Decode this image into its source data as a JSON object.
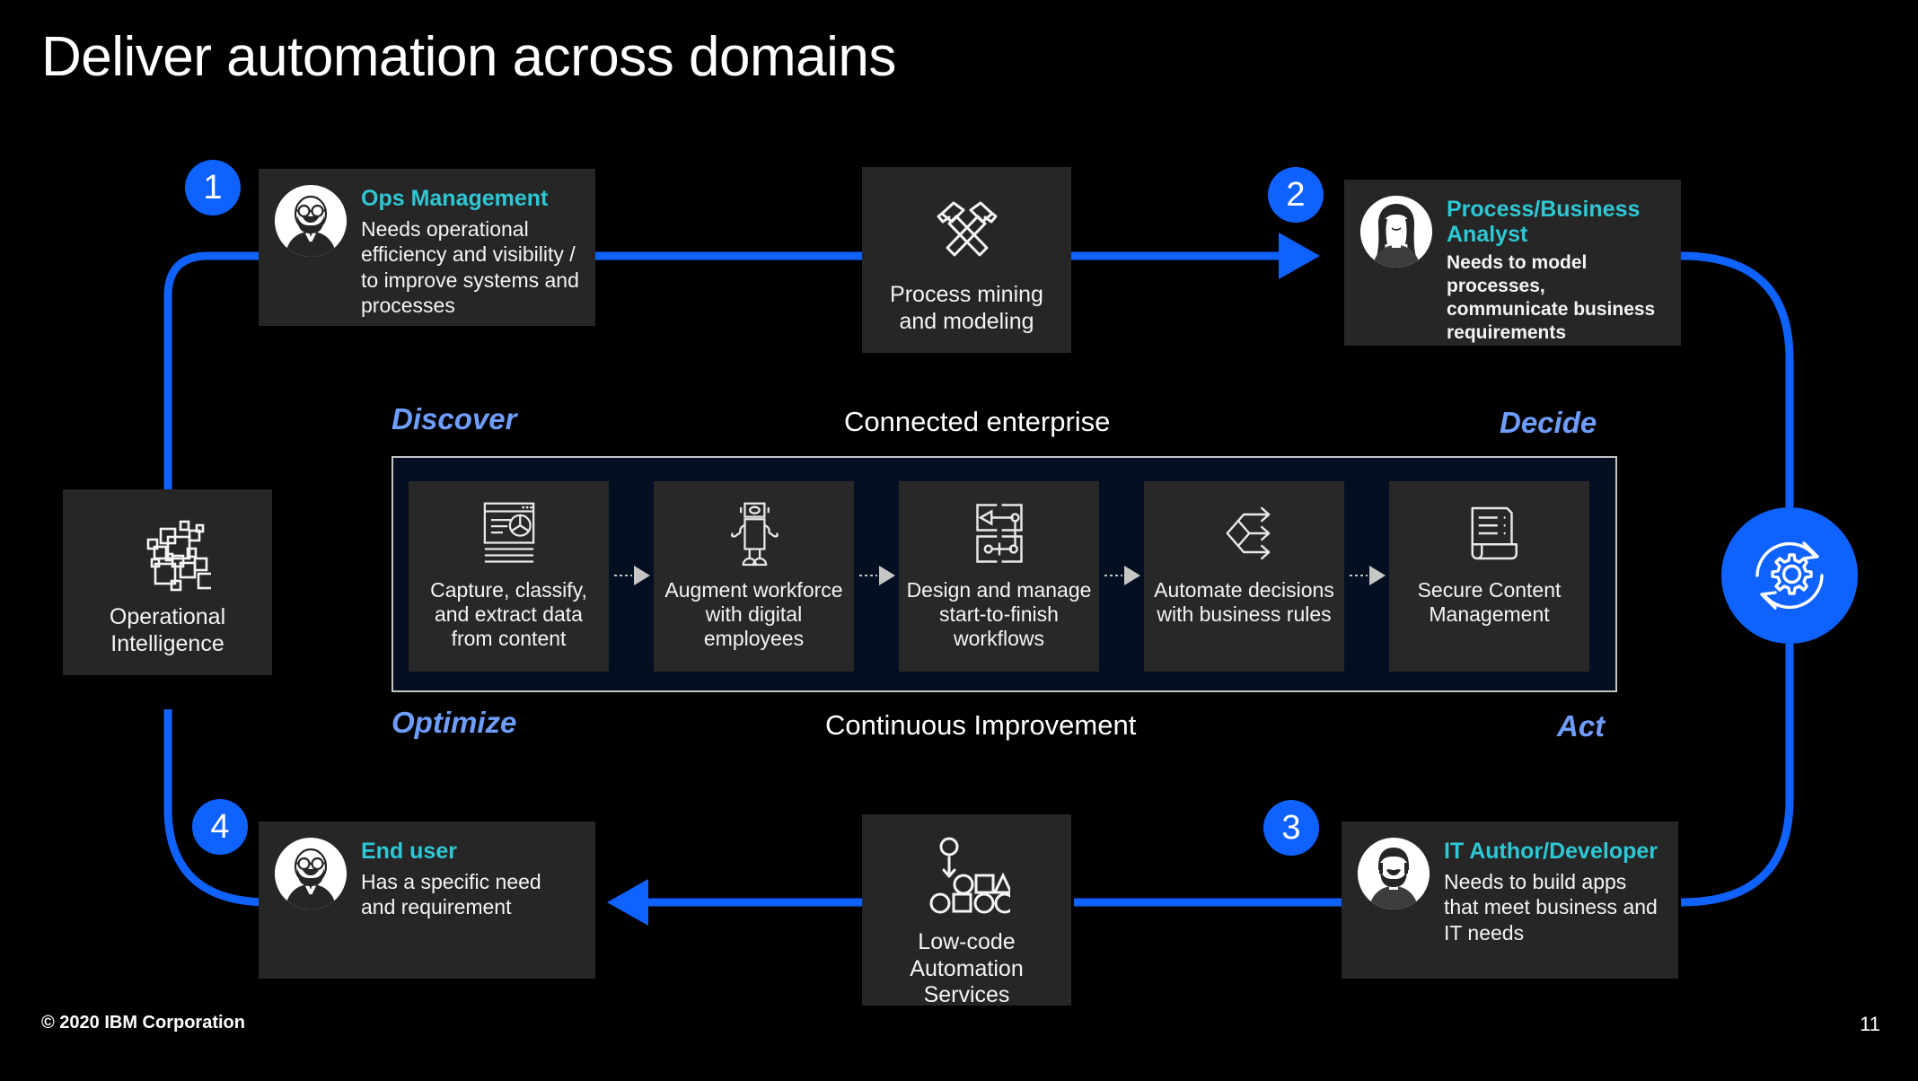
{
  "slide": {
    "title": "Deliver automation across domains",
    "page_number": "11",
    "copyright": "© 2020 IBM Corporation",
    "accent_blue": "#0f62fe",
    "accent_teal": "#2ec7d4",
    "phase_label_blue": "#6f9dfb",
    "card_bg": "#262626",
    "panel_bg": "#050f22",
    "background": "#000000"
  },
  "personas": [
    {
      "step": "1",
      "role": "Ops Management",
      "need": "Needs operational efficiency and visibility / to improve systems and processes",
      "avatar_icon": "avatar-bald-bearded-glasses-suit-icon"
    },
    {
      "step": "2",
      "role": "Process/Business Analyst",
      "need": "Needs to model processes, communicate business requirements",
      "avatar_icon": "avatar-long-hair-woman-icon"
    },
    {
      "step": "3",
      "role": "IT Author/Developer",
      "need": "Needs to build apps that meet business and IT needs",
      "avatar_icon": "avatar-bearded-developer-icon"
    },
    {
      "step": "4",
      "role": "End user",
      "need": "Has a specific need and requirement",
      "avatar_icon": "avatar-bald-bearded-glasses-suit-icon"
    }
  ],
  "services": [
    {
      "label": "Process mining and modeling",
      "icon": "crossed-hammers-icon"
    },
    {
      "label": "Operational Intelligence",
      "icon": "scattered-squares-icon"
    },
    {
      "label": "Low-code Automation Services",
      "icon": "shapes-flow-icon"
    }
  ],
  "connected_enterprise": {
    "top_center_label": "Connected enterprise",
    "bottom_center_label": "Continuous Improvement",
    "phases": {
      "top_left": "Discover",
      "top_right": "Decide",
      "bottom_left": "Optimize",
      "bottom_right": "Act"
    },
    "tiles": [
      {
        "label": "Capture, classify, and extract data from content",
        "icon": "document-dashboard-chart-icon"
      },
      {
        "label": "Augment workforce with digital employees",
        "icon": "robot-icon"
      },
      {
        "label": "Design and manage start-to-finish workflows",
        "icon": "workflow-nodes-icon"
      },
      {
        "label": "Automate decisions with business rules",
        "icon": "decision-branch-arrows-icon"
      },
      {
        "label": "Secure Content Management",
        "icon": "document-scroll-icon"
      }
    ]
  },
  "hub": {
    "icon": "gear-refresh-cycle-icon",
    "label": ""
  }
}
